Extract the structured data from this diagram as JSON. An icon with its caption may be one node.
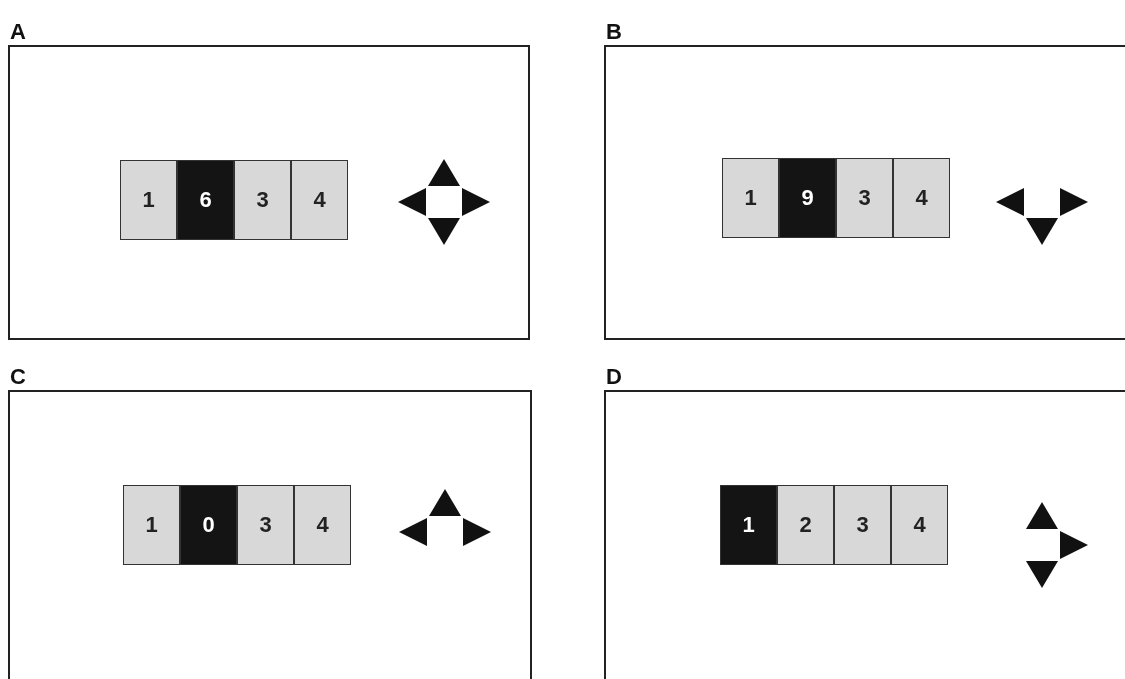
{
  "diagram": {
    "nodes": [
      {
        "text": [
          "A"
        ]
      },
      {
        "text": [
          "1"
        ],
        "in": 0
      },
      {
        "text": [
          "6"
        ],
        "in": 0
      },
      {
        "text": [
          "3"
        ],
        "in": 0
      },
      {
        "text": [
          "4"
        ],
        "in": 0
      },
      {
        "text": [
          "B"
        ]
      },
      {
        "text": [
          "1"
        ],
        "in": 5
      },
      {
        "text": [
          "9"
        ],
        "in": 5
      },
      {
        "text": [
          "3"
        ],
        "in": 5
      },
      {
        "text": [
          "4"
        ],
        "in": 5
      },
      {
        "text": [
          "C"
        ]
      },
      {
        "text": [
          "1"
        ],
        "in": 10
      },
      {
        "text": [
          "0"
        ],
        "in": 10
      },
      {
        "text": [
          "3"
        ],
        "in": 10
      },
      {
        "text": [
          "4"
        ],
        "in": 10
      },
      {
        "text": [
          "D"
        ]
      },
      {
        "text": [
          "1"
        ],
        "in": 15
      },
      {
        "text": [
          "2"
        ],
        "in": 15
      },
      {
        "text": [
          "3"
        ],
        "in": 15
      },
      {
        "text": [
          "4"
        ],
        "in": 15
      }
    ]
  }
}
